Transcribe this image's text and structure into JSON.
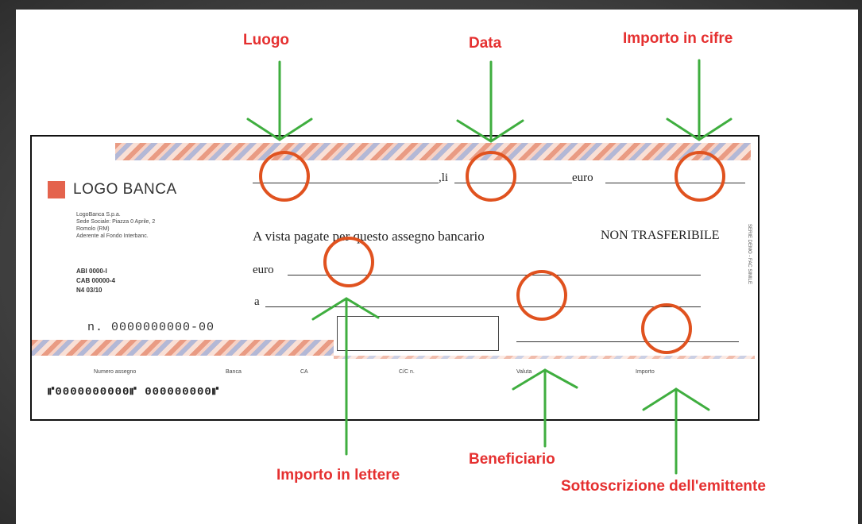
{
  "callouts": {
    "luogo": "Luogo",
    "data": "Data",
    "importo_cifre": "Importo in cifre",
    "importo_lettere": "Importo in lettere",
    "beneficiario": "Beneficiario",
    "sottoscrizione": "Sottoscrizione dell'emittente"
  },
  "cheque": {
    "logo": "LOGO BANCA",
    "bank_info": [
      "LogoBanca S.p.a.",
      "Sede Sociale: Piazza 0 Aprile, 2",
      "Romolo (RM)",
      "Aderente al Fondo Interbanc."
    ],
    "codes": [
      "ABI 0000-I",
      "CAB 00000-4",
      "N4 03/10"
    ],
    "li": ",li",
    "euro_top": "euro",
    "a_vista": "A vista pagate per questo assegno bancario",
    "non_trasferibile": "NON TRASFERIBILE",
    "euro_words": "euro",
    "a_label": "a",
    "numero": "n. 0000000000-00",
    "footer_labels": [
      "Numero assegno",
      "Banca",
      "CA",
      "C/C n.",
      "Valuta",
      "Importo"
    ],
    "micr": "⑈0000000000⑈ 000000000⑈",
    "side_text": "SERIE DEMO - FAC SIMILE"
  },
  "colors": {
    "callout": "#e53030",
    "arrow": "#3fae3f",
    "circle": "#e0521f",
    "band": "#e27a5a"
  }
}
